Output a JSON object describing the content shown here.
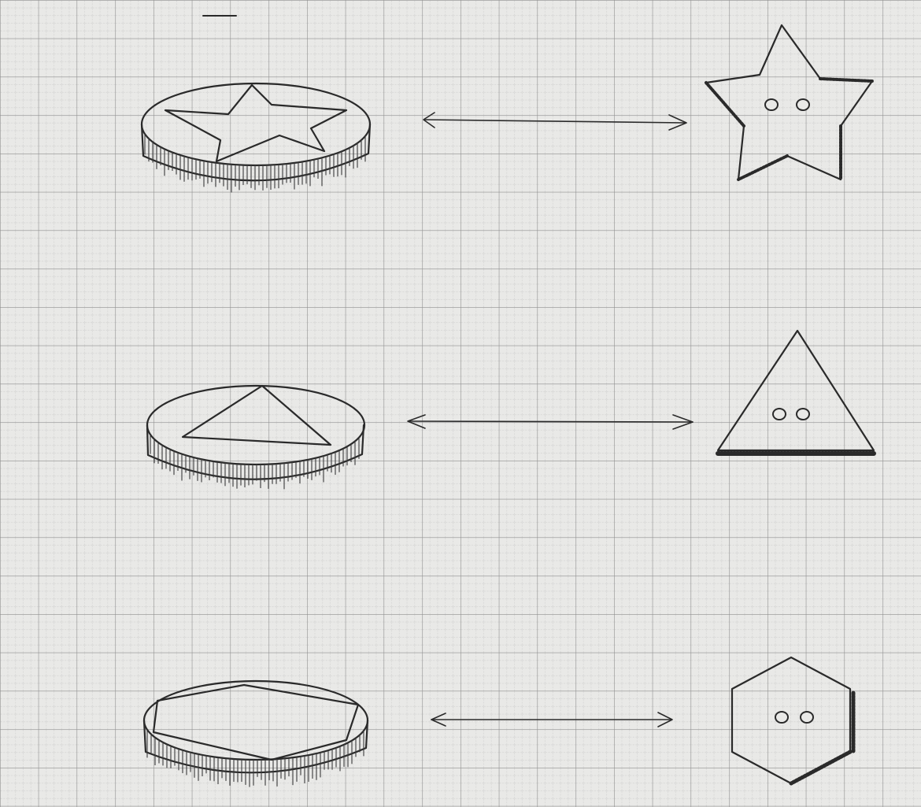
{
  "sheet": {
    "paper": "graph-paper",
    "grid_minor_color": "#b9b9b9",
    "grid_major_color": "#8e8e8e",
    "ink_color": "#2a2a2a"
  },
  "rows": [
    {
      "id": "star",
      "cutter_top": "star",
      "button": "star",
      "button_holes": 2,
      "arrow": "double-headed"
    },
    {
      "id": "triangle",
      "cutter_top": "triangle",
      "button": "triangle",
      "button_holes": 2,
      "arrow": "double-headed"
    },
    {
      "id": "hexagon",
      "cutter_top": "hexagon",
      "button": "hexagon",
      "button_holes": 2,
      "arrow": "double-headed"
    }
  ]
}
